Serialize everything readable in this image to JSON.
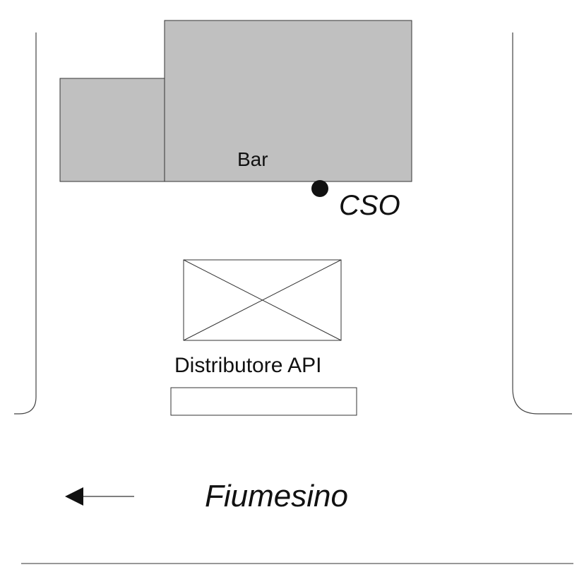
{
  "labels": {
    "bar": "Bar",
    "cso": "CSO",
    "distributor": "Distributore API",
    "direction": "Fiumesino"
  },
  "colors": {
    "building_fill": "#c0c0c0",
    "outline": "#333333",
    "background": "#ffffff",
    "marker": "#111111"
  },
  "icons": {
    "cso_marker": "filled-circle",
    "pump_symbol": "crossed-rectangle",
    "direction_arrow": "arrow-left"
  }
}
